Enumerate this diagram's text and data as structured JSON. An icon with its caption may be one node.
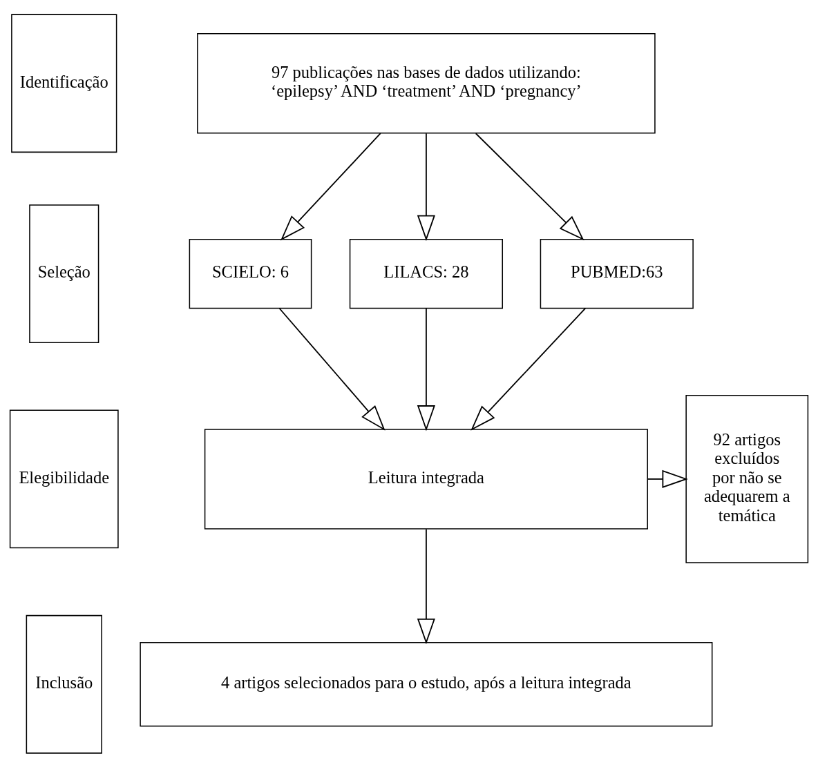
{
  "diagram": {
    "nodes": [
      {
        "text": [
          "Identificação"
        ]
      },
      {
        "text": [
          "Seleção"
        ]
      },
      {
        "text": [
          "Elegibilidade"
        ]
      },
      {
        "text": [
          "Inclusão"
        ]
      },
      {
        "text": [
          "97 publicações nas bases de dados utilizando: ‘epilepsy’ AND ‘treatment’ AND ‘pregnancy’"
        ]
      },
      {
        "text": [
          "SCIELO: 6"
        ]
      },
      {
        "text": [
          "LILACS: 28"
        ]
      },
      {
        "text": [
          "PUBMED:63"
        ]
      },
      {
        "text": [
          "Leitura integrada"
        ]
      },
      {
        "text": [
          "92 artigos excluídos por não se adequarem a temática"
        ]
      },
      {
        "text": [
          "4 artigos selecionados para o estudo, após a leitura integrada"
        ]
      }
    ],
    "edges": [
      {
        "from": 4,
        "to": 5,
        "arrow": "to"
      },
      {
        "from": 4,
        "to": 6,
        "arrow": "to"
      },
      {
        "from": 4,
        "to": 7,
        "arrow": "to"
      },
      {
        "from": 5,
        "to": 8,
        "arrow": "to"
      },
      {
        "from": 6,
        "to": 8,
        "arrow": "to"
      },
      {
        "from": 7,
        "to": 8,
        "arrow": "to"
      },
      {
        "from": 8,
        "to": 9,
        "arrow": "to"
      },
      {
        "from": 8,
        "to": 10,
        "arrow": "to"
      }
    ]
  }
}
